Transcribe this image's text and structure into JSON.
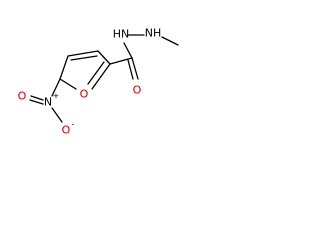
{
  "molecule": {
    "atoms": {
      "ring_oxygen": "O",
      "carbonyl_oxygen": "O",
      "hydrazide_nh_1": "HN",
      "hydrazide_nh_2": "NH",
      "nitro_nitrogen": "N",
      "nitro_plus": "+",
      "nitro_oxygen_double": "O",
      "nitro_oxygen_single": "O",
      "nitro_minus": "-"
    },
    "colors": {
      "bond": "#000000",
      "oxygen": "#cc0000",
      "nitrogen": "#000000"
    }
  }
}
